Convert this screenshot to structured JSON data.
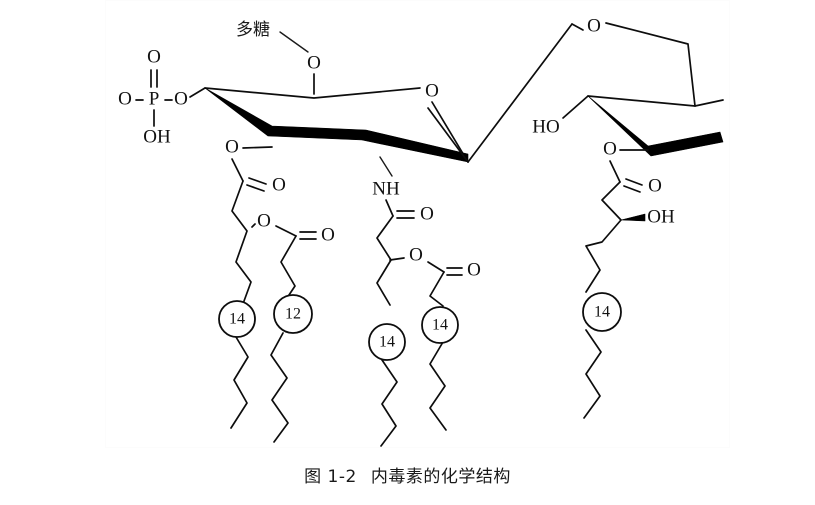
{
  "figure": {
    "caption_number": "图 1-2",
    "caption_title": "内毒素的化学结构",
    "frame_color": "#fcfcfc",
    "ink_color": "#0d0d0d",
    "background_color": "#ffffff"
  },
  "annotations": {
    "polysaccharide_label": "多糖"
  },
  "atoms": {
    "phosphate": {
      "double_bond_oxygen": "O",
      "left_oxygen": "O",
      "phosphorus": "P",
      "ester_oxygen": "O",
      "hydroxyl": "OH"
    },
    "left_sugar": {
      "polysaccharide_oxygen": "O",
      "ring_oxygen": "O",
      "ester_oxygen": "O"
    },
    "middle_sugar": {
      "amide_nitrogen": "NH"
    },
    "right_sugar": {
      "ring_oxygen": "O",
      "hydroxyl": "HO",
      "ester_oxygen": "O"
    },
    "carbonyls": {
      "chain1_carbonyl": "O",
      "chain1_ester_oxygen": "O",
      "chain2_carbonyl": "O",
      "chain3_amide_carbonyl": "O",
      "chain3_ester_oxygen": "O",
      "chain4_carbonyl": "O",
      "chain5_carbonyl": "O",
      "chain5_hydroxyl": "OH"
    }
  },
  "chains": [
    {
      "id": "chain-1",
      "carbon_count": "14",
      "attachment": "ester-left-upper"
    },
    {
      "id": "chain-2",
      "carbon_count": "12",
      "attachment": "ester-left-lower"
    },
    {
      "id": "chain-3",
      "carbon_count": "14",
      "attachment": "amide-middle"
    },
    {
      "id": "chain-4",
      "carbon_count": "14",
      "attachment": "ester-middle"
    },
    {
      "id": "chain-5",
      "carbon_count": "14",
      "attachment": "ester-right"
    }
  ],
  "chart_data": {
    "type": "diagram",
    "title": "内毒素的化学结构",
    "subject": "Lipopolysaccharide (endotoxin) chemical structure",
    "components": [
      "phosphate group",
      "polysaccharide linkage",
      "glucosamine disaccharide backbone",
      "fatty acyl chains"
    ],
    "acyl_chain_lengths": [
      14,
      12,
      14,
      14,
      14
    ]
  }
}
